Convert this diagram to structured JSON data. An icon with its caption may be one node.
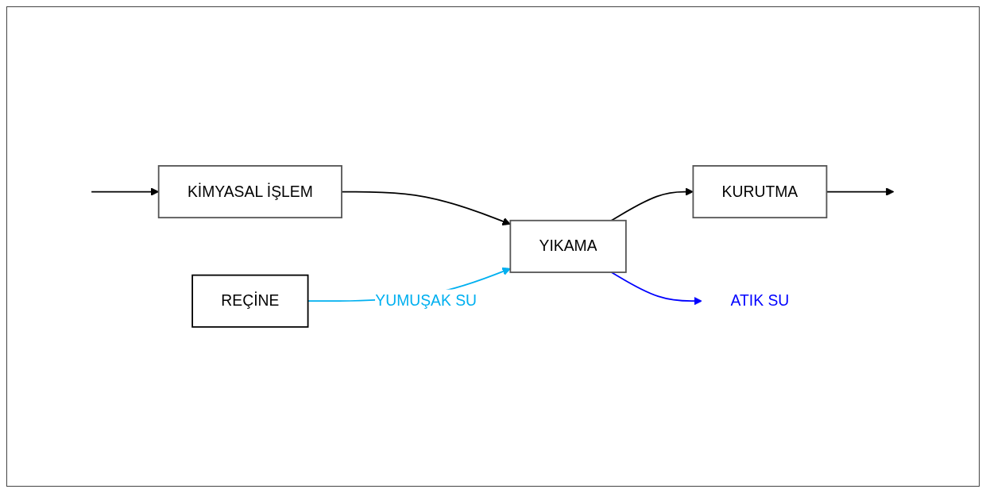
{
  "diagram": {
    "nodes": [
      {
        "text": [
          "REÇİNE"
        ]
      },
      {
        "text": [
          "KİMYASAL İŞLEM"
        ]
      },
      {
        "text": [
          "YIKAMA"
        ]
      },
      {
        "text": [
          "KURUTMA"
        ]
      },
      {
        "text": [
          "ATIK SU"
        ]
      }
    ],
    "edges": [
      {
        "from": null,
        "to": 1,
        "arrow": "to"
      },
      {
        "from": 1,
        "to": 2,
        "arrow": "to"
      },
      {
        "from": 2,
        "to": 3,
        "arrow": "to"
      },
      {
        "from": 3,
        "to": null,
        "arrow": "to"
      },
      {
        "from": 2,
        "to": 4,
        "arrow": "to",
        "color": "#0000ff"
      },
      {
        "from": 0,
        "to": 2,
        "arrow": "to",
        "label": "YUMUŞAK SU",
        "color": "#00b0f0"
      }
    ]
  }
}
